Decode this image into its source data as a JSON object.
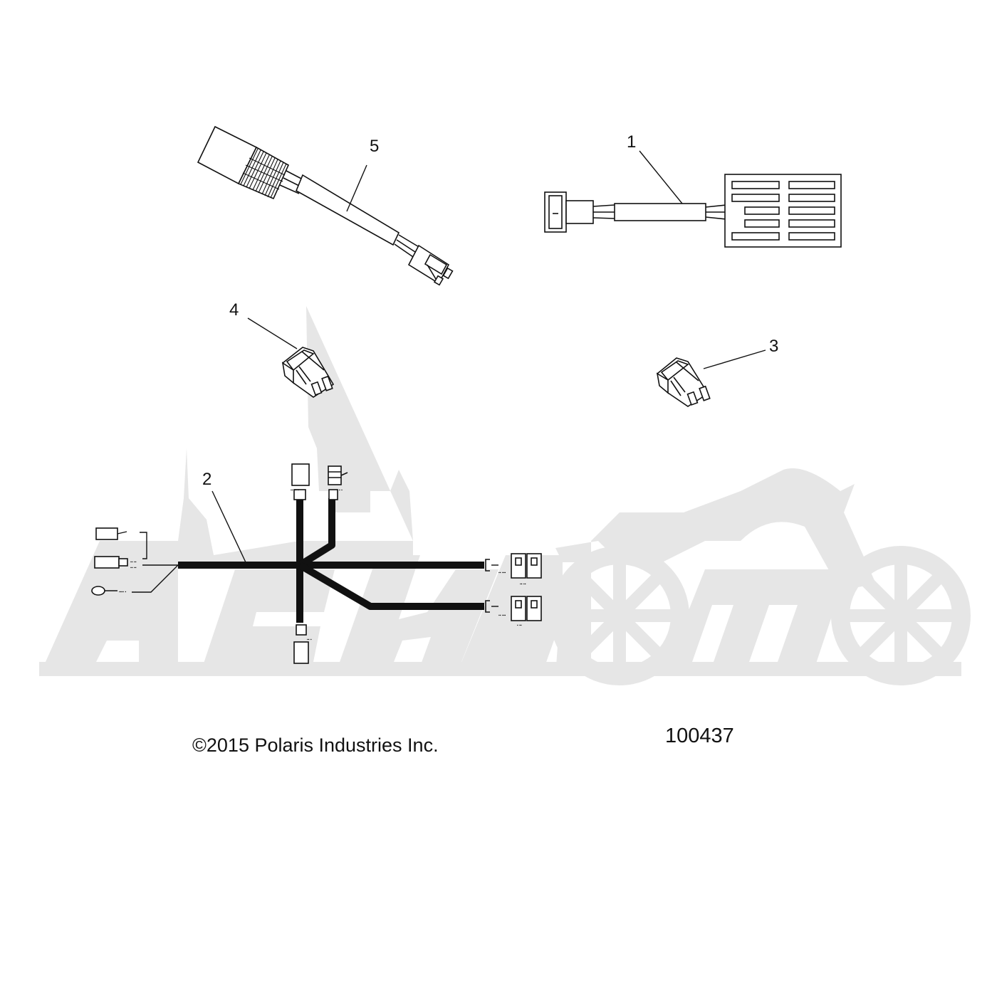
{
  "diagram": {
    "callouts": [
      {
        "id": "1",
        "label": "1"
      },
      {
        "id": "2",
        "label": "2"
      },
      {
        "id": "3",
        "label": "3"
      },
      {
        "id": "4",
        "label": "4"
      },
      {
        "id": "5",
        "label": "5"
      }
    ],
    "copyright": "©2015 Polaris Industries Inc.",
    "figure_number": "100437",
    "watermark": "AetMoto"
  },
  "colors": {
    "line": "#111111",
    "watermark": "#e6e6e6"
  }
}
